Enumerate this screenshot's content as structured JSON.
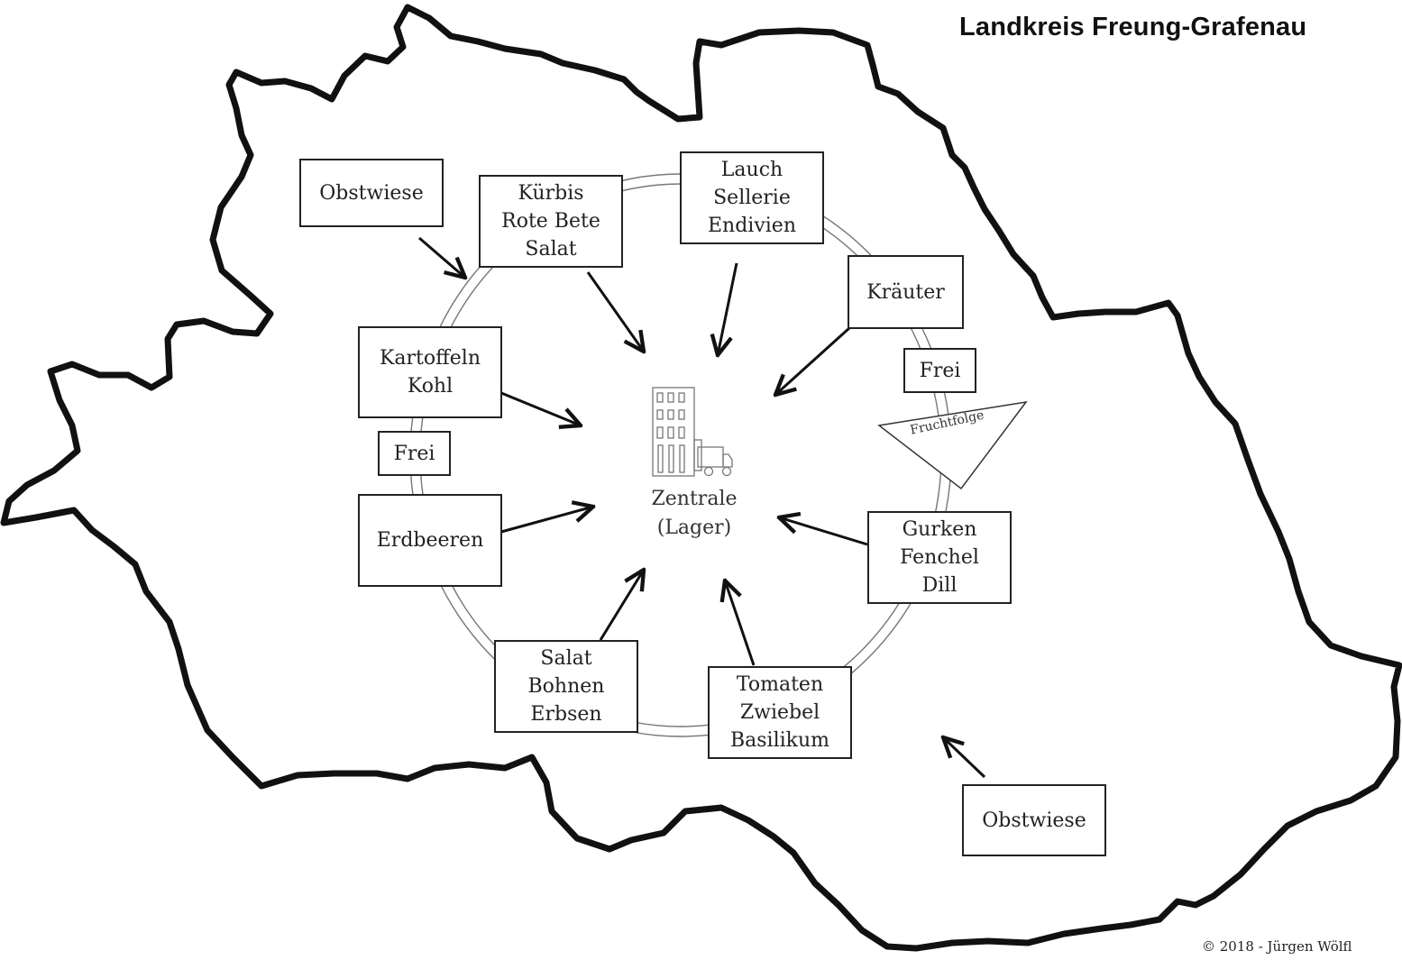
{
  "title": "Landkreis Freung-Grafenau",
  "copyright": "© 2018 - Jürgen Wölfl",
  "center": {
    "lines": [
      "Zentrale",
      "(Lager)"
    ],
    "icon": "building-truck-icon"
  },
  "rotation_label": "Fruchtfolge",
  "boxes": {
    "obstwiese_top": [
      "Obstwiese"
    ],
    "kuerbis": [
      "Kürbis",
      "Rote Bete",
      "Salat"
    ],
    "lauch": [
      "Lauch",
      "Sellerie",
      "Endivien"
    ],
    "kraeuter": [
      "Kräuter"
    ],
    "frei_right": [
      "Frei"
    ],
    "kartoffeln": [
      "Kartoffeln",
      "Kohl"
    ],
    "frei_left": [
      "Frei"
    ],
    "erdbeeren": [
      "Erdbeeren"
    ],
    "gurken": [
      "Gurken",
      "Fenchel",
      "Dill"
    ],
    "salat": [
      "Salat",
      "Bohnen",
      "Erbsen"
    ],
    "tomaten": [
      "Tomaten",
      "Zwiebel",
      "Basilikum"
    ],
    "obstwiese_bottom": [
      "Obstwiese"
    ]
  }
}
